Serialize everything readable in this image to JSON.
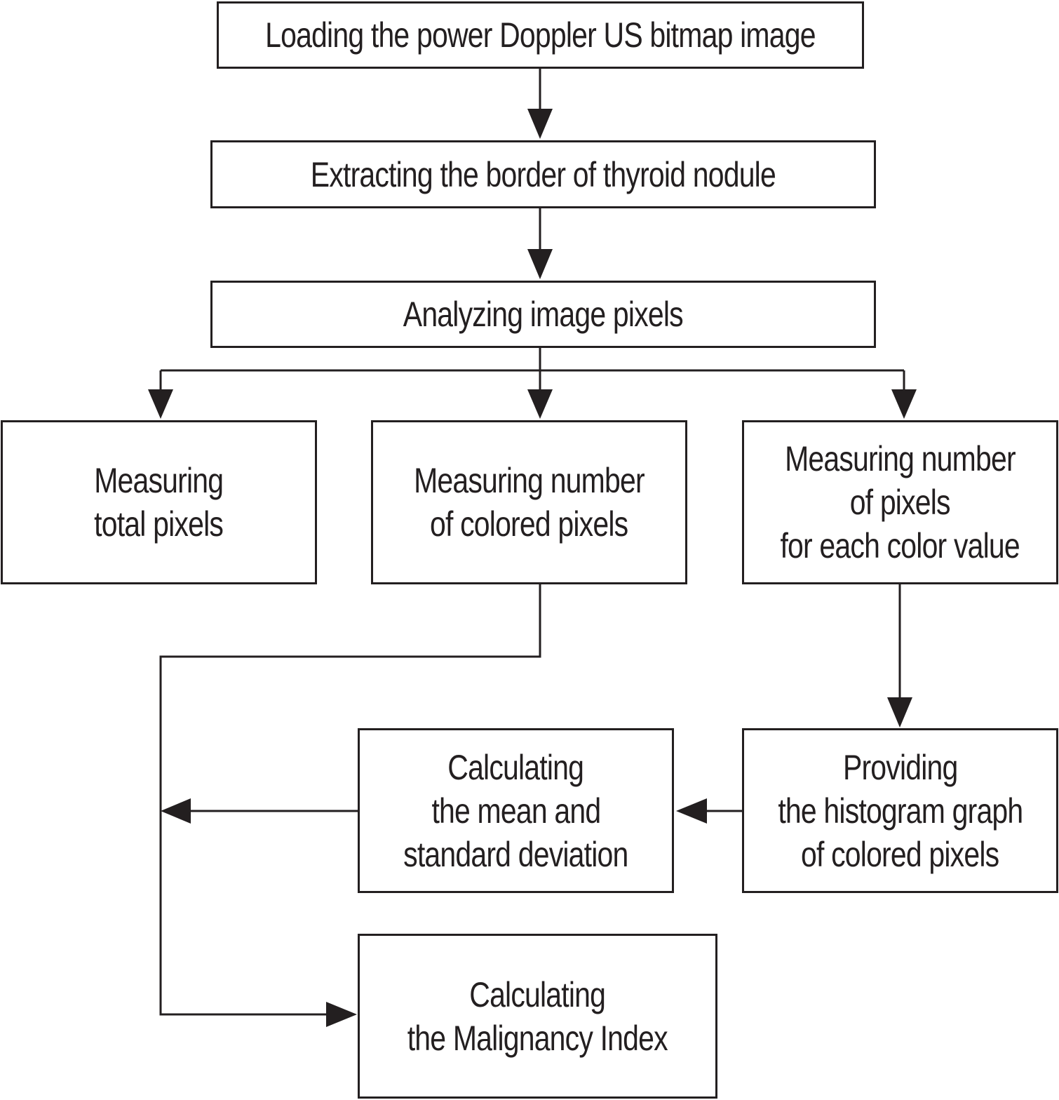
{
  "diagram": {
    "steps": {
      "load": "Loading the power Doppler US bitmap image",
      "extract": "Extracting the border of thyroid nodule",
      "analyze": "Analyzing image pixels",
      "total_line1": "Measuring",
      "total_line2": "total pixels",
      "colored_line1": "Measuring number",
      "colored_line2": "of colored pixels",
      "each_line1": "Measuring number",
      "each_line2": "of pixels",
      "each_line3": "for each color value",
      "mean_line1": "Calculating",
      "mean_line2": "the mean and",
      "mean_line3": "standard deviation",
      "histogram_line1": "Providing",
      "histogram_line2": "the histogram graph",
      "histogram_line3": "of colored pixels",
      "malignancy_line1": "Calculating",
      "malignancy_line2": "the Malignancy Index"
    },
    "colors": {
      "stroke": "#231f20",
      "background": "#ffffff"
    }
  }
}
